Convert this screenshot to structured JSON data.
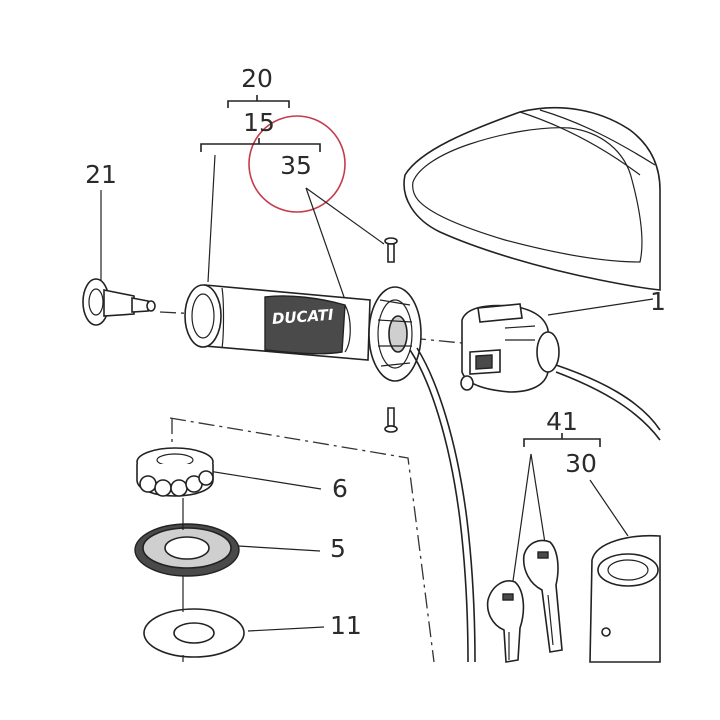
{
  "diagram": {
    "brand_text": "DUCATI",
    "highlight_color": "#c43c4c",
    "callouts": [
      {
        "id": "c20",
        "label": "20"
      },
      {
        "id": "c15",
        "label": "15"
      },
      {
        "id": "c35",
        "label": "35"
      },
      {
        "id": "c21",
        "label": "21"
      },
      {
        "id": "c1",
        "label": "1"
      },
      {
        "id": "c6",
        "label": "6"
      },
      {
        "id": "c5",
        "label": "5"
      },
      {
        "id": "c11",
        "label": "11"
      },
      {
        "id": "c41",
        "label": "41"
      },
      {
        "id": "c30",
        "label": "30"
      }
    ]
  }
}
